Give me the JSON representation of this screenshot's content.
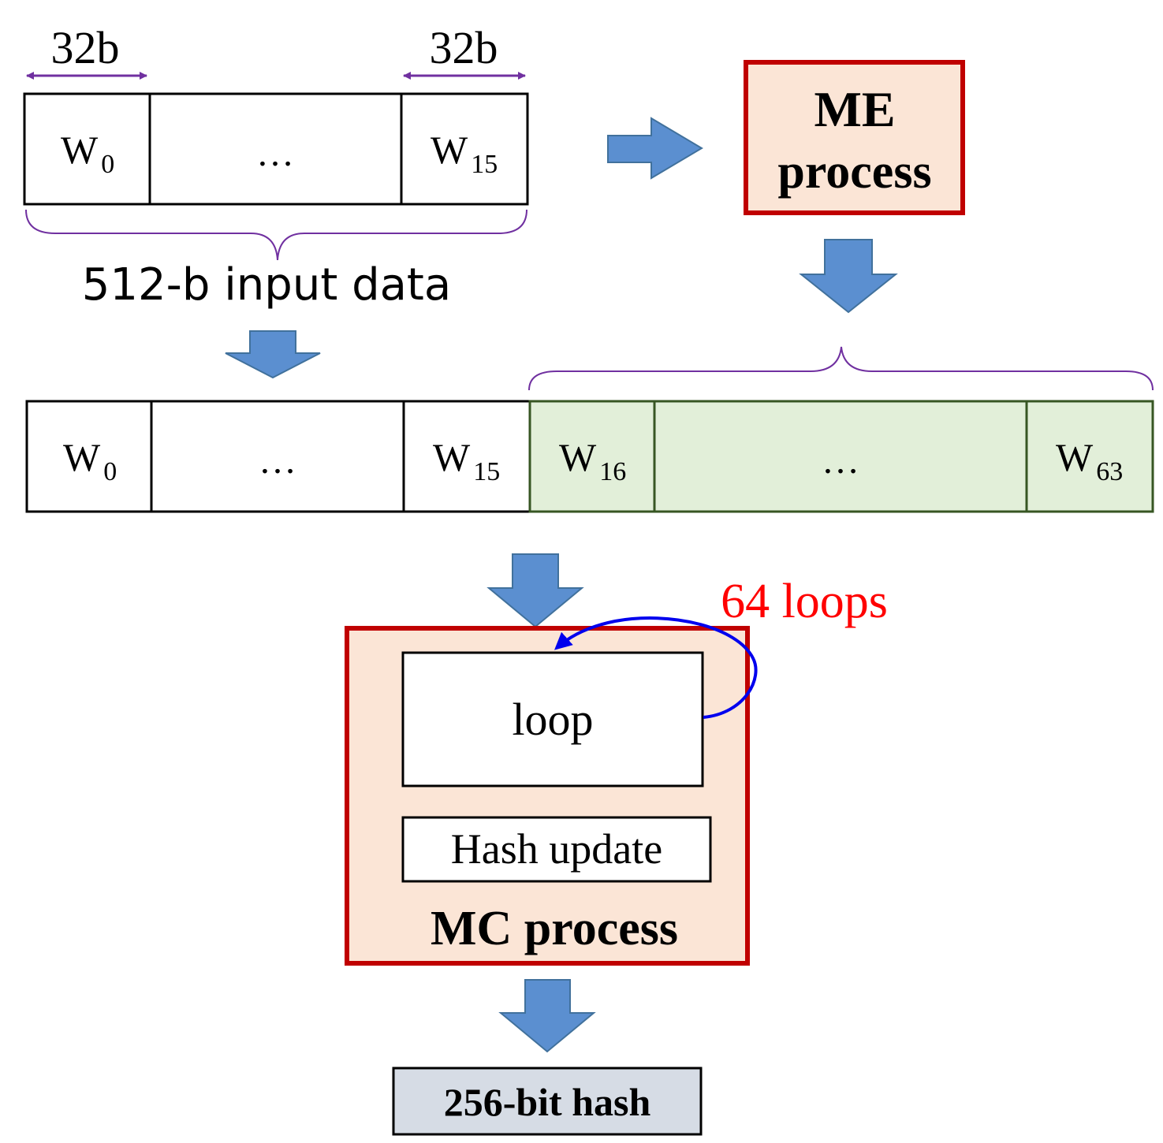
{
  "top_word_row": {
    "width_label_left": "32b",
    "width_label_right": "32b",
    "cells": [
      {
        "base": "W",
        "sub": "0"
      },
      {
        "text": "…"
      },
      {
        "base": "W",
        "sub": "15"
      }
    ],
    "brace_label": "512-b input data"
  },
  "me_block": {
    "line1": "ME",
    "line2": "process"
  },
  "full_word_row": {
    "cells": [
      {
        "base": "W",
        "sub": "0"
      },
      {
        "text": "…"
      },
      {
        "base": "W",
        "sub": "15"
      },
      {
        "base": "W",
        "sub": "16"
      },
      {
        "text": "…"
      },
      {
        "base": "W",
        "sub": "63"
      }
    ]
  },
  "mc_block": {
    "loop_label": "loop",
    "loop_count_label": "64 loops",
    "hash_update_label": "Hash update",
    "title": "MC process"
  },
  "output": {
    "label": "256-bit hash"
  },
  "colors": {
    "arrow_fill": "#5b8fd0",
    "process_border": "#c00000",
    "process_fill": "#fbe5d6",
    "expanded_fill": "#e2efd9",
    "expanded_border": "#375623",
    "brace_stroke": "#7030a0",
    "loop_arrow": "#0000ee",
    "loop_count_text": "#ff0000",
    "output_fill": "#d6dce5"
  }
}
